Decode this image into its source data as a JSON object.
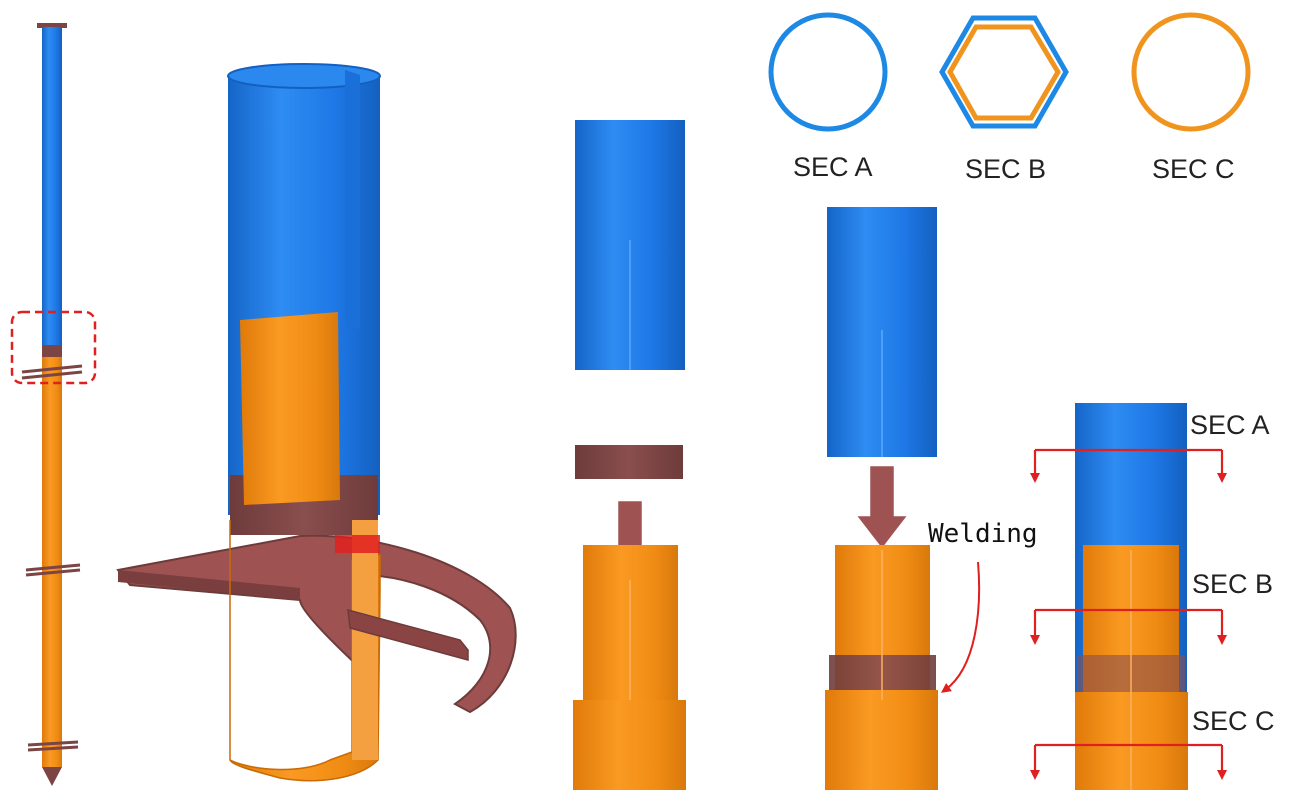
{
  "sections": {
    "a_label": "SEC A",
    "b_label": "SEC B",
    "c_label": "SEC C"
  },
  "annotations": {
    "welding": "Welding"
  },
  "colors": {
    "upper_pipe": "#1E78E6",
    "lower_pipe": "#F08C14",
    "coupler": "#7D4444",
    "callout": "#E02020",
    "section_marker": "#E02020"
  }
}
